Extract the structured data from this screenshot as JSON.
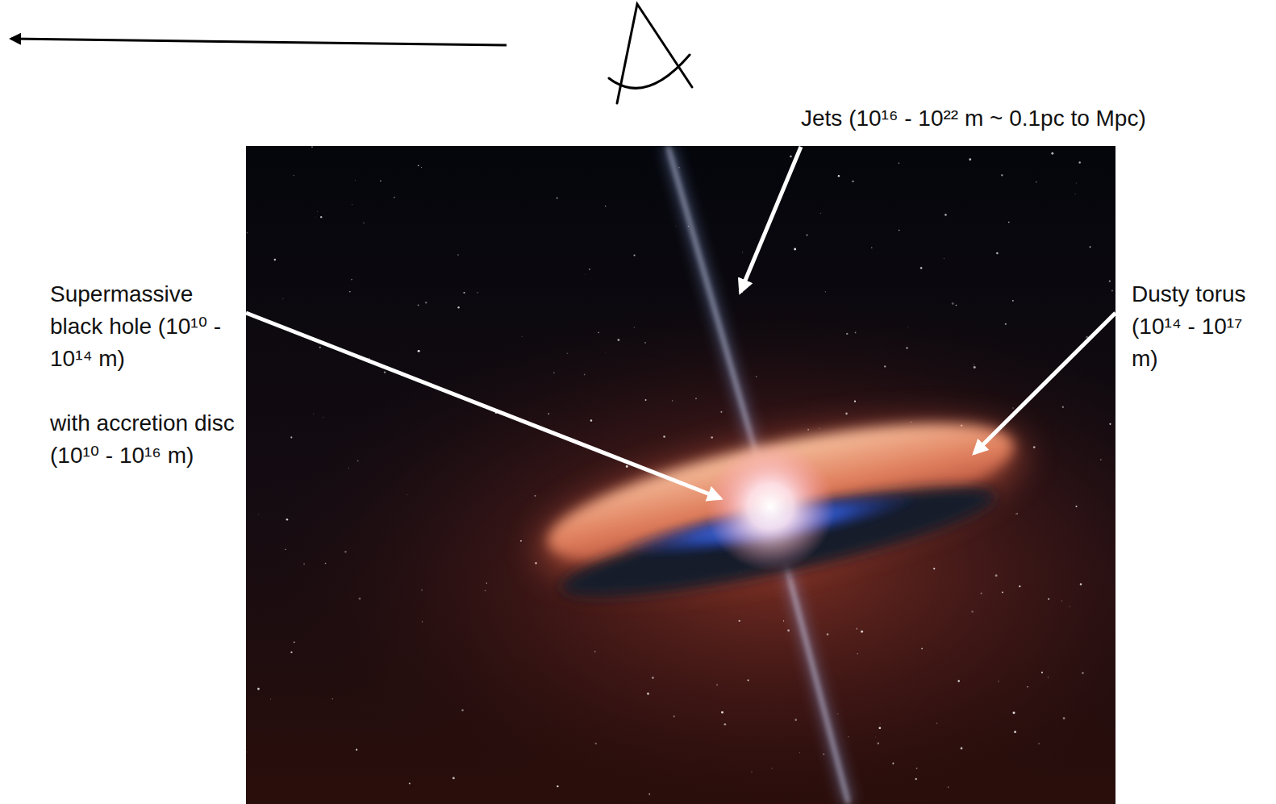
{
  "diagram": {
    "labels": [
      "Jets (10¹⁶ - 10²² m ~ 0.1pc to Mpc)",
      "Supermassive black hole (10¹⁰ - 10¹⁴ m)",
      "with accretion disc (10¹⁰ - 10¹⁶ m)",
      "Dusty torus (10¹⁴ - 10¹⁷ m)"
    ]
  }
}
